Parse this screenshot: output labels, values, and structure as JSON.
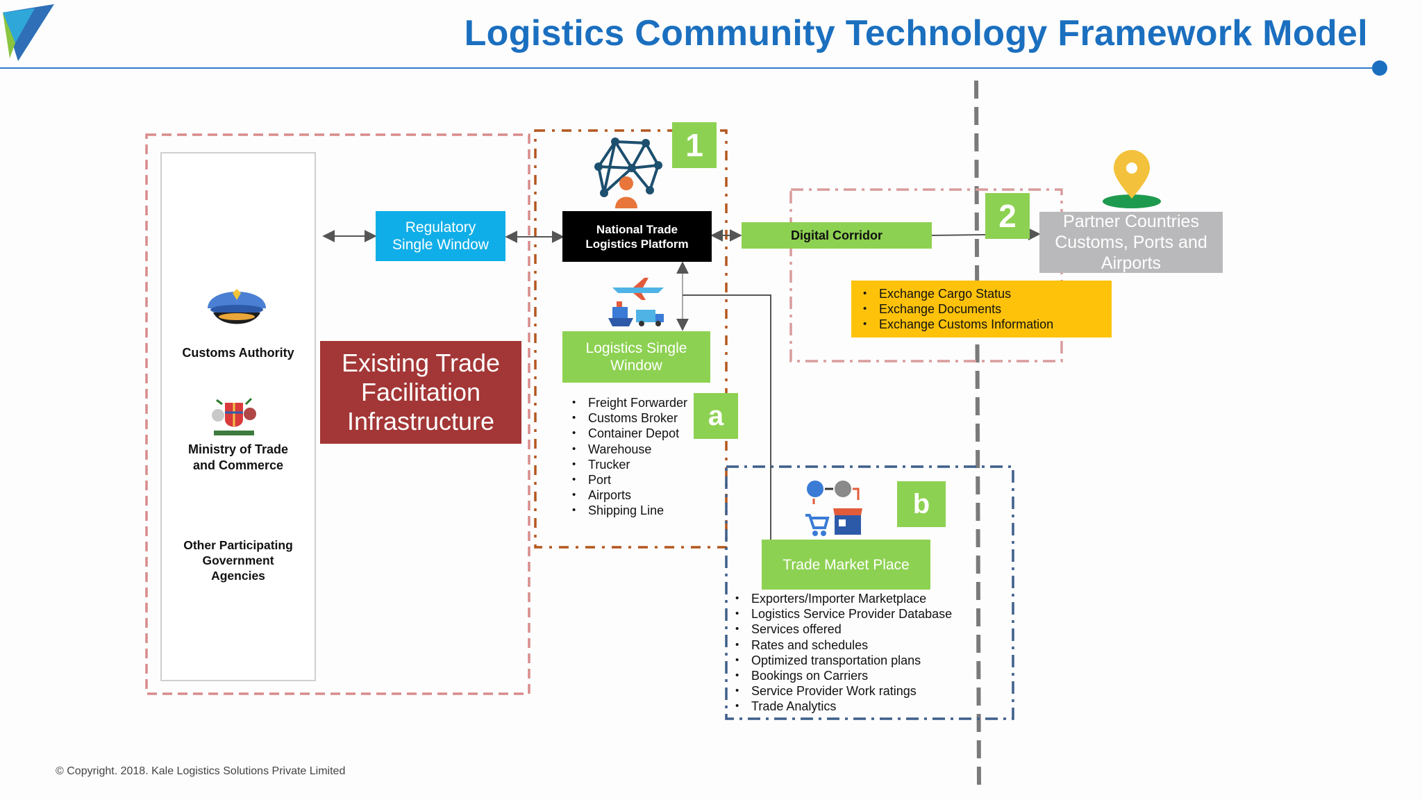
{
  "header": {
    "title": "Logistics Community Technology Framework Model"
  },
  "agencies": {
    "customs": "Customs Authority",
    "ministry_line1": "Ministry of Trade",
    "ministry_line2": "and Commerce",
    "other_line1": "Other Participating",
    "other_line2": "Government",
    "other_line3": "Agencies"
  },
  "boxes": {
    "regulatory_line1": "Regulatory",
    "regulatory_line2": "Single Window",
    "existing_line1": "Existing Trade",
    "existing_line2": "Facilitation",
    "existing_line3": "Infrastructure",
    "ntlp_line1": "National Trade",
    "ntlp_line2": "Logistics Platform",
    "lsw_line1": "Logistics Single",
    "lsw_line2": "Window",
    "digital_corridor": "Digital Corridor",
    "partner_line1": "Partner Countries",
    "partner_line2": "Customs, Ports and",
    "partner_line3": "Airports",
    "trade_market": "Trade Market Place"
  },
  "badges": {
    "one": "1",
    "two": "2",
    "a": "a",
    "b": "b"
  },
  "lists": {
    "exchange": [
      "Exchange Cargo Status",
      "Exchange Documents",
      "Exchange Customs Information"
    ],
    "logistics_stakeholders": [
      "Freight Forwarder",
      "Customs Broker",
      "Container Depot",
      "Warehouse",
      "Trucker",
      "Port",
      "Airports",
      "Shipping Line"
    ],
    "marketplace": [
      "Exporters/Importer Marketplace",
      "Logistics Service Provider Database",
      "Services offered",
      "Rates and schedules",
      "Optimized transportation plans",
      "Bookings on Carriers",
      "Service Provider Work ratings",
      "Trade Analytics"
    ]
  },
  "footer": {
    "copyright": "© Copyright. 2018. Kale Logistics Solutions Private Limited"
  },
  "colors": {
    "title_blue": "#1b6fbf",
    "regulatory_blue": "#10aee8",
    "green": "#8dd152",
    "existing_red": "#a33636",
    "exchange_yellow": "#fec20b",
    "partner_grey": "#b9b9bb"
  },
  "icons": [
    "brand-logo-icon",
    "network-person-icon",
    "transport-modes-icon",
    "police-cap-icon",
    "coat-of-arms-icon",
    "location-pin-icon",
    "marketplace-icon"
  ]
}
